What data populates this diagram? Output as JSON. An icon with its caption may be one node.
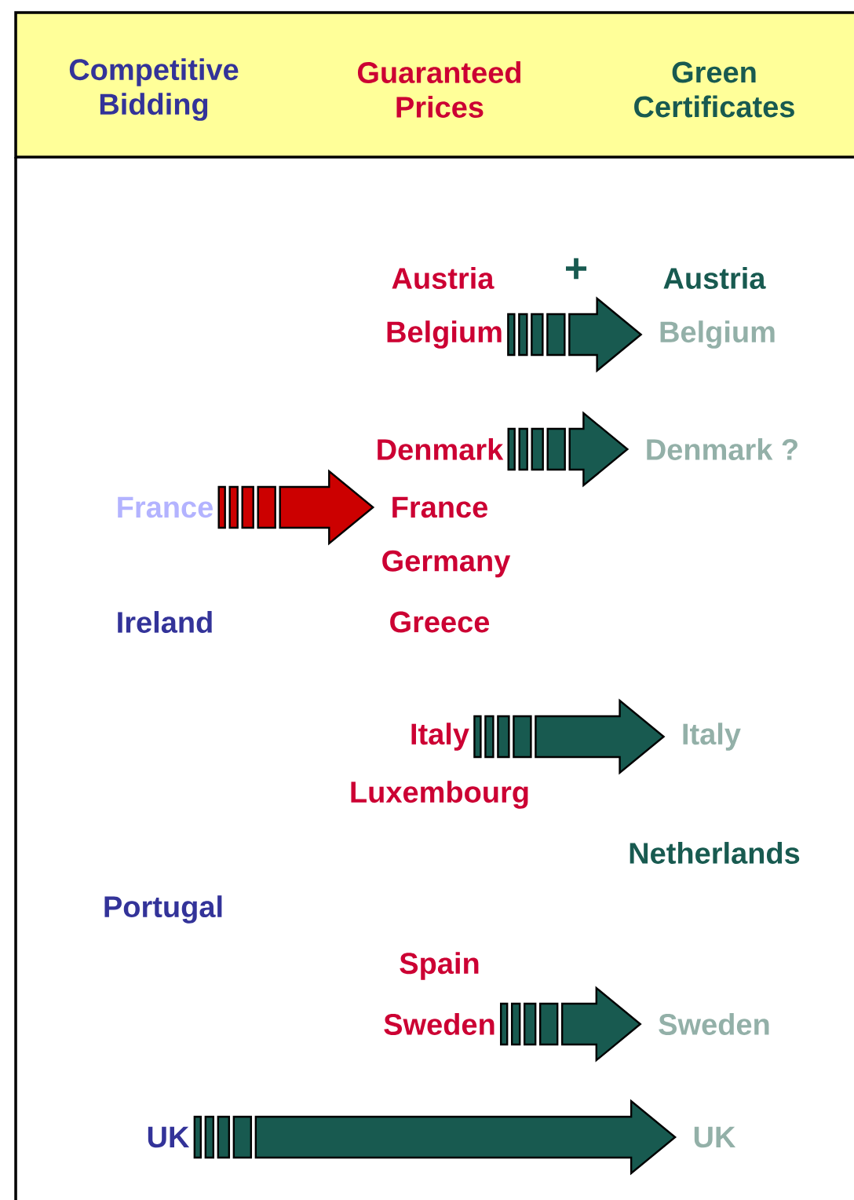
{
  "diagram": {
    "nodes": [
      {
        "text": [
          "Belgium"
        ]
      },
      {
        "text": [
          "Belgium"
        ]
      },
      {
        "text": [
          "Denmark"
        ]
      },
      {
        "text": [
          "Denmark ?"
        ]
      },
      {
        "text": [
          "France"
        ]
      },
      {
        "text": [
          "France"
        ]
      },
      {
        "text": [
          "Italy"
        ]
      },
      {
        "text": [
          "Italy"
        ]
      },
      {
        "text": [
          "Sweden"
        ]
      },
      {
        "text": [
          "Sweden"
        ]
      },
      {
        "text": [
          "UK"
        ]
      },
      {
        "text": [
          "UK"
        ]
      }
    ],
    "edges": [
      {
        "from": 0,
        "to": 1,
        "arrow": "to"
      },
      {
        "from": 2,
        "to": 3,
        "arrow": "to"
      },
      {
        "from": 4,
        "to": 5,
        "arrow": "to",
        "color": "#cc0000"
      },
      {
        "from": 6,
        "to": 7,
        "arrow": "to"
      },
      {
        "from": 8,
        "to": 9,
        "arrow": "to"
      },
      {
        "from": 10,
        "to": 11,
        "arrow": "to"
      }
    ],
    "labels": [
      "Competitive Bidding",
      "Guaranteed Prices",
      "Green Certificates",
      "Austria",
      "+",
      "Austria",
      "Germany",
      "Ireland",
      "Greece",
      "Luxembourg",
      "Netherlands",
      "Portugal",
      "Spain"
    ]
  }
}
